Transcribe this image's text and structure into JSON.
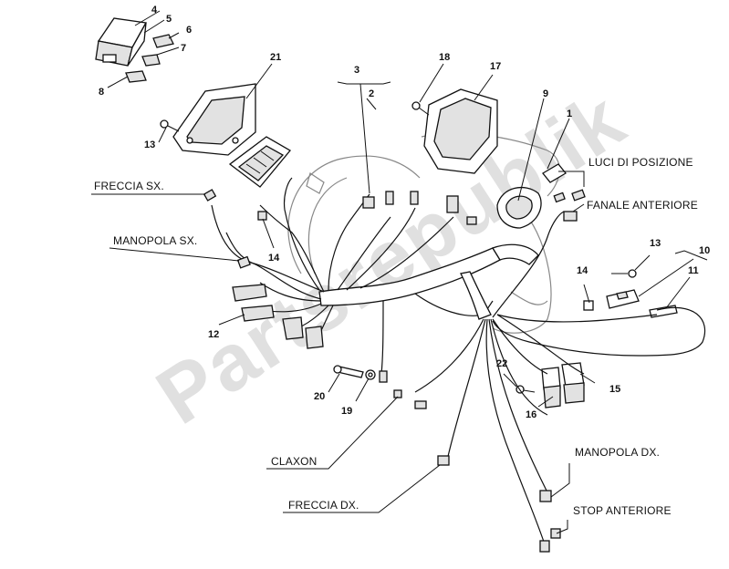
{
  "watermark": "Partsrepublik",
  "labels": {
    "freccia_sx": "FRECCIA SX.",
    "manopola_sx": "MANOPOLA SX.",
    "luci_posizione": "LUCI DI POSIZIONE",
    "fanale_anteriore": "FANALE ANTERIORE",
    "claxon": "CLAXON",
    "freccia_dx": "FRECCIA DX.",
    "manopola_dx": "MANOPOLA DX.",
    "stop_anteriore": "STOP ANTERIORE"
  },
  "callouts": {
    "n2": "2",
    "n3": "3",
    "n4": "4",
    "n5": "5",
    "n6": "6",
    "n7": "7",
    "n8": "8",
    "n9": "9",
    "n10": "10",
    "n11": "11",
    "n12": "12",
    "n13a": "13",
    "n13b": "13",
    "n14a": "14",
    "n14b": "14",
    "n15": "15",
    "n16": "16",
    "n17": "17",
    "n18": "18",
    "n19": "19",
    "n20": "20",
    "n21": "21",
    "n22": "22",
    "n1": "1"
  }
}
